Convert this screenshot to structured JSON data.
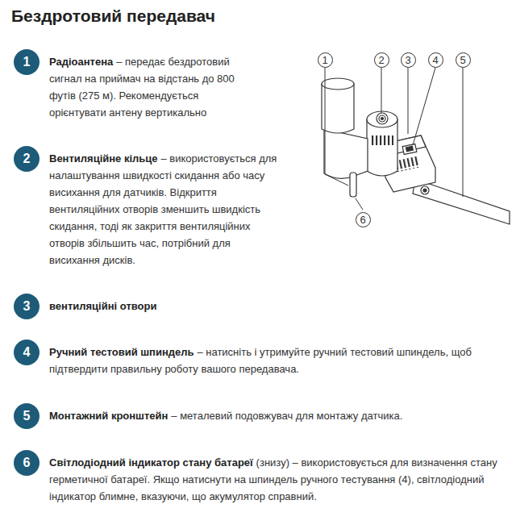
{
  "diagram": {
    "title": "Бездротовий передавач",
    "nodes": [
      {
        "text": [
          "1"
        ]
      },
      {
        "text": [
          "2"
        ]
      },
      {
        "text": [
          "3"
        ]
      },
      {
        "text": [
          "4"
        ]
      },
      {
        "text": [
          "5"
        ]
      },
      {
        "text": [
          "6"
        ]
      },
      {
        "text": [
          "1"
        ]
      },
      {
        "text": [
          "2"
        ]
      },
      {
        "text": [
          "3"
        ]
      },
      {
        "text": [
          "4"
        ]
      },
      {
        "text": [
          "5"
        ]
      },
      {
        "text": [
          "6"
        ]
      }
    ],
    "labels": [
      "Радіоантена",
      "– передає бездротовий сигнал на приймач на відстань до 800 футів (275 м). Рекомендується орієнтувати антену вертикально",
      "Вентиляційне кільце",
      "– використовується для налаштування швидкості скидання або часу висихання для датчиків. Відкриття вентиляційних отворів зменшить швидкість скидання, тоді як закриття вентиляційних отворів збільшить час, потрібний для висихання дисків.",
      "вентиляційні отвори",
      "Ручний тестовий шпиндель",
      "– натисніть і утримуйте ручний тестовий шпиндель, щоб підтвердити правильну роботу вашого передавача.",
      "Монтажний кронштейн",
      "– металевий подовжувач для монтажу датчика.",
      "Світлодіодний індикатор стану батареї",
      "(знизу) – використовується для визначення стану герметичної батареї. Якщо натиснути на шпиндель ручного тестування (4), світлодіодний індикатор блимне, вказуючи, що акумулятор справний."
    ]
  }
}
